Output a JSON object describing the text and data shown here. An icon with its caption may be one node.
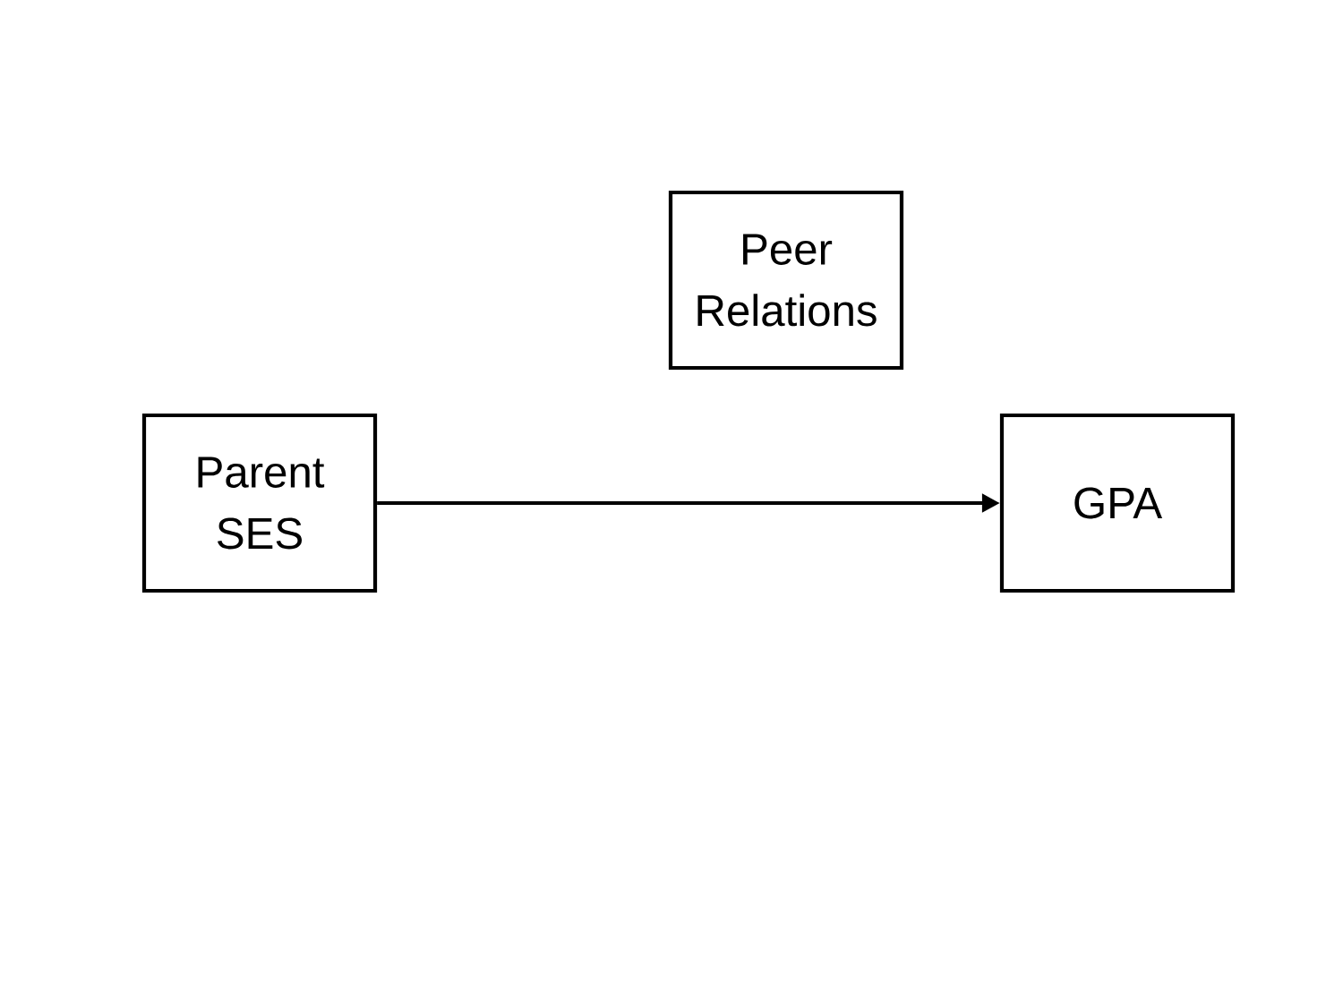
{
  "diagram": {
    "nodes": [
      {
        "text": [
          "Peer Relations"
        ]
      },
      {
        "text": [
          "Parent SES"
        ]
      },
      {
        "text": [
          "GPA"
        ]
      }
    ],
    "edges": [
      {
        "from": 1,
        "to": 2,
        "arrow": "to"
      }
    ]
  }
}
